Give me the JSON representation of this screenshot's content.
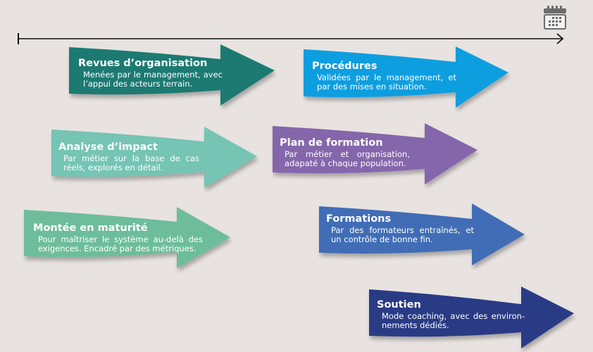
{
  "timeline": {
    "end_icon": "calendar-icon",
    "line_color": "#111111"
  },
  "arrows": [
    {
      "id": "revues",
      "title": "Revues d’organisation",
      "description": "Menées par le management, avec  l’appui des acteurs terrain.",
      "color": "#1a7a72"
    },
    {
      "id": "procedures",
      "title": "Procédures",
      "description": "Validées par le management, et par des mises en situation.",
      "color": "#0d9ee0"
    },
    {
      "id": "analyse",
      "title": "Analyse d’impact",
      "description": "Par métier sur la base de cas réels, explorés en détail.",
      "color": "#75c4b4"
    },
    {
      "id": "plan",
      "title": "Plan de formation",
      "description": "Par métier et organisation, adapaté à chaque population.",
      "color": "#8566ab"
    },
    {
      "id": "montee",
      "title": "Montée en maturité",
      "description": "Pour maîtriser le système au-delà des exigences. Encadré par des métriques.",
      "color": "#6dbd9c"
    },
    {
      "id": "formations",
      "title": "Formations",
      "description": "Par des formateurs entraînés, et un contrôle de bonne fin.",
      "color": "#3f6db5"
    },
    {
      "id": "soutien",
      "title": "Soutien",
      "description": "Mode coaching, avec des environ-nements dédiés.",
      "color": "#2a3a85"
    }
  ]
}
